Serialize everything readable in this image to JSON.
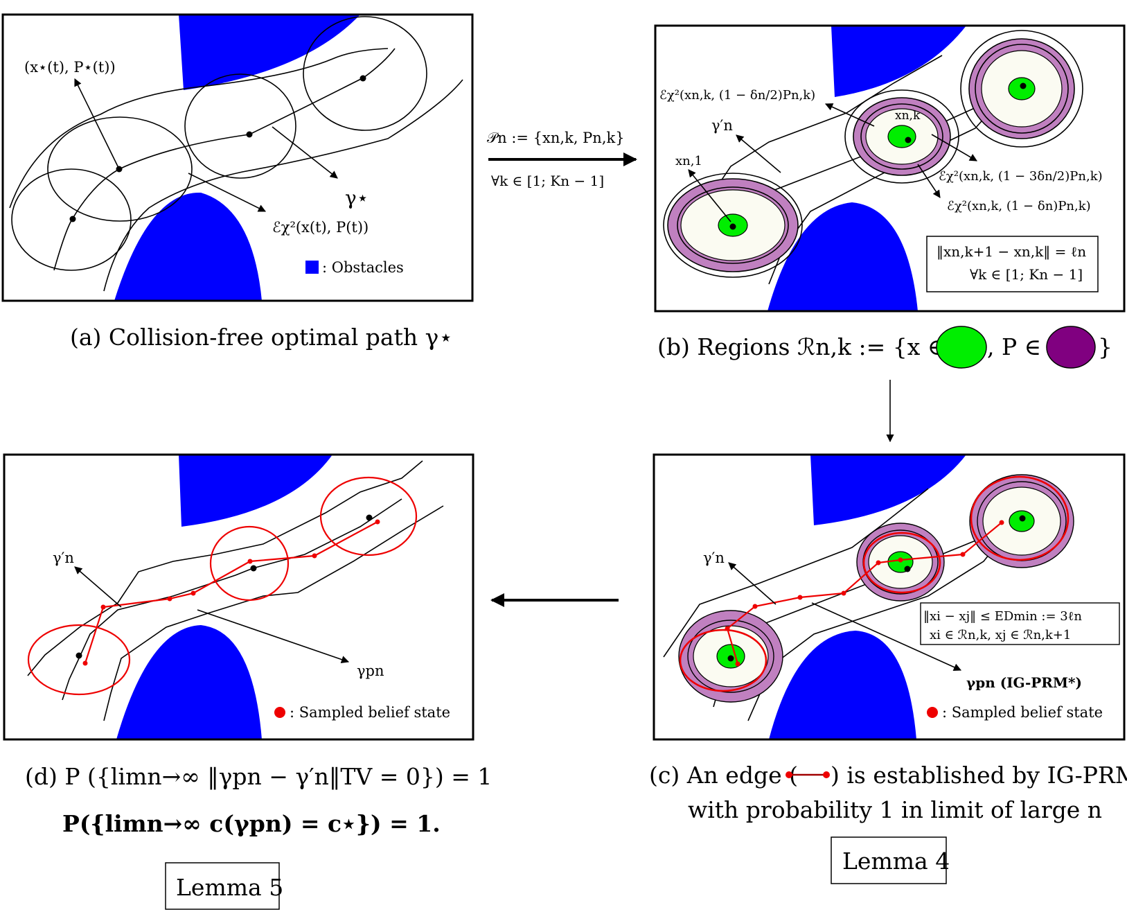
{
  "panel_a": {
    "point_label": "(x⋆(t), P⋆(t))",
    "path_label": "γ⋆",
    "ellipsoid_label": "ℰχ²(x(t), P(t))",
    "legend_text": ": Obstacles",
    "caption": "(a) Collision-free optimal path γ⋆"
  },
  "arrow_ab": {
    "top_label": "𝒫n := {xn,k, Pn,k}",
    "bottom_label": "∀k ∈ [1; Kn − 1]"
  },
  "panel_b": {
    "ell_half_label": "ℰχ²(xn,k, (1 − δn/2)Pn,k)",
    "gamma_label": "γ′n",
    "xnk_label": "xn,k",
    "xn1_label": "xn,1",
    "ell_3half_label": "ℰχ²(xn,k, (1 − 3δn/2)Pn,k)",
    "ell_full_label": "ℰχ²(xn,k, (1 − δn)Pn,k)",
    "box_line1": "‖xn,k+1 − xn,k‖ = ℓn",
    "box_line2": "∀k ∈ [1; Kn − 1]",
    "caption_prefix": "(b) Regions ℛn,k :=  {x ∈",
    "caption_mid": ", P ∈",
    "caption_suffix": "}",
    "colors": {
      "mean": "#00ee00",
      "cov": "#800080"
    }
  },
  "panel_c": {
    "gamma_label": "γ′n",
    "box_line1": "‖xi − xj‖ ≤ EDmin := 3ℓn",
    "box_line2": "xi ∈ ℛn,k,    xj ∈ ℛn,k+1",
    "prm_label": "γpn (IG-PRM*)",
    "legend_text": ": Sampled belief state",
    "caption_line1_prefix": "(c) An edge (",
    "caption_line1_suffix": ") is established by IG-PRM*",
    "caption_line2": "with probability 1 in limit of large n",
    "lemma": "Lemma 4"
  },
  "panel_d": {
    "gamma_label": "γ′n",
    "gammap_label": "γpn",
    "legend_text": ": Sampled belief state",
    "caption_line1": "(d) P ({limn→∞ ‖γpn − γ′n‖TV = 0}) = 1",
    "caption_line2": "P({limn→∞ c(γpn) = c⋆}) = 1.",
    "lemma": "Lemma 5"
  },
  "colors": {
    "obstacle": "#0000ff",
    "sample": "#ee0000",
    "ring": "#c080c0",
    "core": "#fbfbf2",
    "mean": "#00ee00"
  }
}
